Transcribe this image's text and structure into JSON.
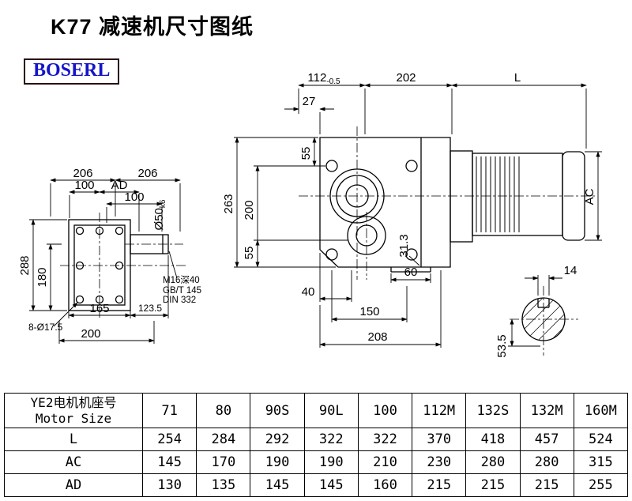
{
  "page": {
    "title": "K77 减速机尺寸图纸",
    "brand": "BOSERL"
  },
  "drawing": {
    "front_view": {
      "d206_left": "206",
      "d206_right": "206",
      "d100_top": "100",
      "dAD": "AD",
      "d100_mid": "100",
      "shaft_dia": "Ø50",
      "shaft_dia_tol": "k6",
      "d288": "288",
      "d180": "180",
      "d165": "165",
      "d123_5": "123.5",
      "holes": "8-Ø17.5",
      "d200": "200",
      "tap_line1": "M16深40",
      "tap_line2": "GB/T 145",
      "tap_line3": "DIN 332"
    },
    "side_view": {
      "d112": "112",
      "d112_tol": "-0.5",
      "d202": "202",
      "dL": "L",
      "d27": "27",
      "d55_top": "55",
      "d263": "263",
      "d200": "200",
      "d55_bottom": "55",
      "d31_3": "31.3",
      "d40": "40",
      "d60": "60",
      "d150": "150",
      "d208": "208",
      "dAC": "AC"
    },
    "shaft_end_view": {
      "d14": "14",
      "d53_5": "53.5"
    }
  },
  "table": {
    "header": {
      "line1": "YE2电机机座号",
      "line2": "Motor Size"
    },
    "sizes": [
      "71",
      "80",
      "90S",
      "90L",
      "100",
      "112M",
      "132S",
      "132M",
      "160M"
    ],
    "rows": [
      {
        "label": "L",
        "values": [
          "254",
          "284",
          "292",
          "322",
          "322",
          "370",
          "418",
          "457",
          "524"
        ]
      },
      {
        "label": "AC",
        "values": [
          "145",
          "170",
          "190",
          "190",
          "210",
          "230",
          "280",
          "280",
          "315"
        ]
      },
      {
        "label": "AD",
        "values": [
          "130",
          "135",
          "145",
          "145",
          "160",
          "215",
          "215",
          "215",
          "255"
        ]
      }
    ]
  }
}
